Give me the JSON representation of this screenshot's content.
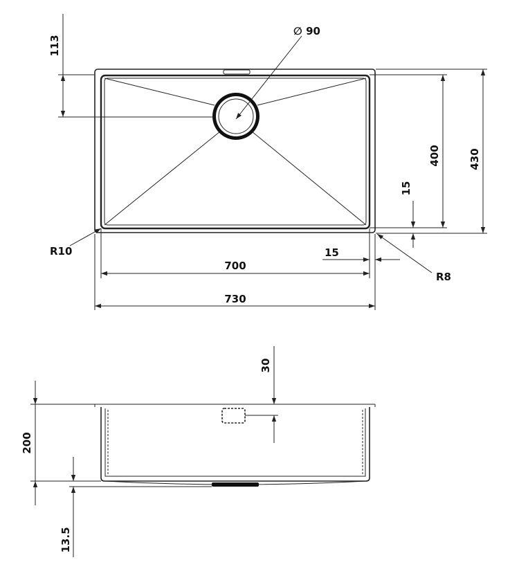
{
  "top_view": {
    "dim_113": "113",
    "dim_diameter": "∅ 90",
    "dim_400": "400",
    "dim_430": "430",
    "dim_15_vertical": "15",
    "dim_r10": "R10",
    "dim_15_horizontal": "15",
    "dim_700": "700",
    "dim_r8": "R8",
    "dim_730": "730"
  },
  "side_view": {
    "dim_30": "30",
    "dim_200": "200",
    "dim_13_5": "13.5"
  }
}
